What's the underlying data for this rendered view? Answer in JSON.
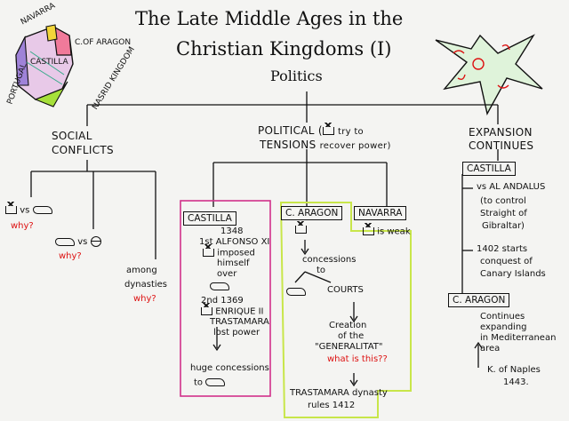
{
  "title_line1": "The Late Middle Ages in the",
  "title_line2": "Christian Kingdoms (I)",
  "subtitle": "Politics",
  "map": {
    "navarra": "NAVARRA",
    "aragon": "C.OF ARAGON",
    "castilla": "CASTILLA",
    "portugal": "PORTUGAL",
    "nasrid": "NASRID KINGDOM"
  },
  "branches": {
    "social": {
      "line1": "SOCIAL",
      "line2": "CONFLICTS"
    },
    "political": {
      "line1": "POLITICAL (",
      "line1b": "try to",
      "line2": "TENSIONS",
      "line2b": "recover power)"
    },
    "expansion": {
      "line1": "EXPANSION",
      "line2": "CONTINUES"
    }
  },
  "social_items": {
    "vs1": "vs",
    "why1": "why?",
    "vs2": "vs",
    "why2": "why?",
    "among": [
      "among",
      "dynasties"
    ],
    "why3": "why?"
  },
  "castilla_col": {
    "label": "CASTILLA",
    "l1": "1348",
    "l2": "1st ALFONSO XI",
    "l3": "imposed",
    "l4": "himself",
    "l5": "over",
    "l6": "2nd 1369",
    "l7": "ENRIQUE II",
    "l8": "TRASTAMARA",
    "l9": "lost power",
    "l10": "huge concessions",
    "l11": "to"
  },
  "aragon_col": {
    "label": "C. ARAGON",
    "concessions": [
      "concessions",
      "to"
    ],
    "courts": "COURTS",
    "creation": [
      "Creation",
      "of the",
      "\"GENERALITAT\""
    ],
    "what": "what is this??",
    "trast": [
      "TRASTAMARA dynasty",
      "rules 1412"
    ]
  },
  "navarra_col": {
    "label": "NAVARRA",
    "weak": "is weak"
  },
  "expansion_col": {
    "castilla": "CASTILLA",
    "vs": [
      "vs AL ANDALUS",
      "(to control",
      "Straight of",
      "Gibraltar)"
    ],
    "y1402": [
      "1402 starts",
      "conquest of",
      "Canary Islands"
    ],
    "aragon": "C. ARAGON",
    "cont": [
      "Continues",
      "expanding",
      "in Mediterranean",
      "area"
    ],
    "naples": [
      "K. of Naples",
      "1443."
    ]
  }
}
